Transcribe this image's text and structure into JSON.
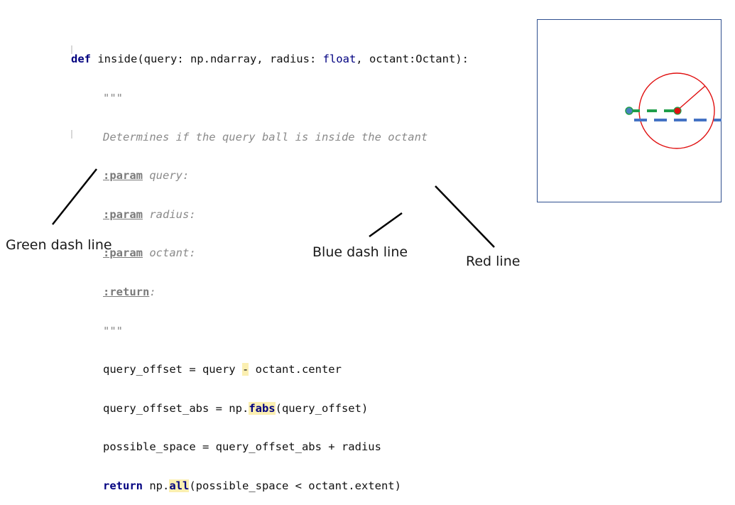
{
  "code": {
    "def_kw": "def",
    "signature": " inside(query: np.ndarray, radius: ",
    "float_kw": "float",
    "signature_end": ", octant:Octant):",
    "doc_open": "\"\"\"",
    "doc_desc": "Determines if the query ball is inside the octant",
    "param1_tag": ":param",
    "param1_name": " query:",
    "param2_tag": ":param",
    "param2_name": " radius:",
    "param3_tag": ":param",
    "param3_name": " octant:",
    "return_tag": ":return",
    "return_colon": ":",
    "doc_close": "\"\"\"",
    "line1_a": "query_offset = query ",
    "line1_op": "-",
    "line1_b": " octant.center",
    "line2_a": "query_offset_abs = np.",
    "line2_fn": "fabs",
    "line2_b": "(query_offset)",
    "line3": "possible_space = query_offset_abs + radius",
    "return_kw": "return",
    "line4_a": " np.",
    "line4_fn": "all",
    "line4_b": "(possible_space < octant.extent)"
  },
  "annotations": {
    "green_label": "Green dash line",
    "blue_label": "Blue dash line",
    "red_label": "Red line"
  },
  "colors": {
    "green": "#1f9e4a",
    "blue": "#4472c4",
    "red": "#e01010",
    "panel_border": "#2f4f8f",
    "highlight": "#fbefb1"
  }
}
